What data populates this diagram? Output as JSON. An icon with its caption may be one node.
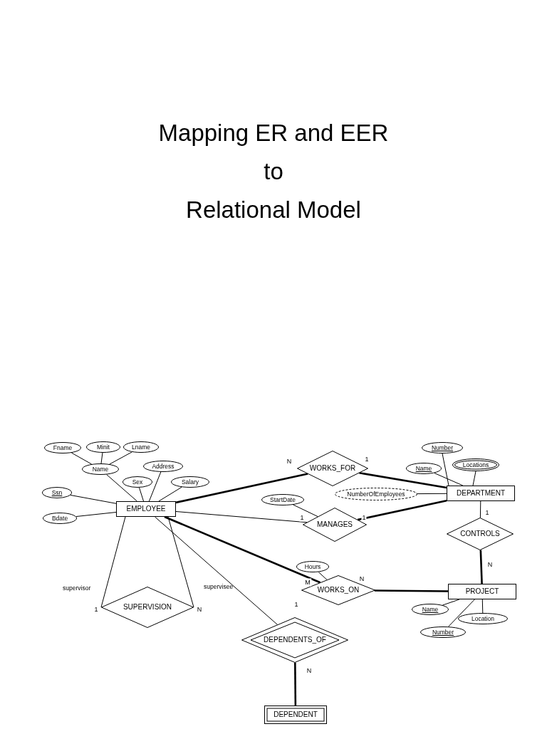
{
  "diagram": {
    "title": "Mapping ER and EER to Relational Model",
    "nodes": [
      {
        "text": [
          "Fname"
        ]
      },
      {
        "text": [
          "Minit"
        ]
      },
      {
        "text": [
          "Lname"
        ]
      },
      {
        "text": [
          "Name"
        ]
      },
      {
        "text": [
          "Address"
        ]
      },
      {
        "text": [
          "Sex"
        ]
      },
      {
        "text": [
          "Salary"
        ]
      },
      {
        "text": [
          "Ssn"
        ]
      },
      {
        "text": [
          "Bdate"
        ]
      },
      {
        "text": [
          "EMPLOYEE"
        ]
      },
      {
        "text": [
          "WORKS_FOR"
        ]
      },
      {
        "text": [
          "Number"
        ]
      },
      {
        "text": [
          "Name"
        ]
      },
      {
        "text": [
          "Locations"
        ]
      },
      {
        "text": [
          "NumberOfEmployees"
        ]
      },
      {
        "text": [
          "DEPARTMENT"
        ]
      },
      {
        "text": [
          "StartDate"
        ]
      },
      {
        "text": [
          "MANAGES"
        ]
      },
      {
        "text": [
          "CONTROLS"
        ]
      },
      {
        "text": [
          "Hours"
        ]
      },
      {
        "text": [
          "WORKS_ON"
        ]
      },
      {
        "text": [
          "PROJECT"
        ]
      },
      {
        "text": [
          "Name"
        ]
      },
      {
        "text": [
          "Location"
        ]
      },
      {
        "text": [
          "Number"
        ]
      },
      {
        "text": [
          "SUPERVISION"
        ]
      },
      {
        "text": [
          "DEPENDENTS_OF"
        ]
      },
      {
        "text": [
          "DEPENDENT"
        ]
      }
    ],
    "edges": [
      {
        "from": 0,
        "to": 3,
        "arrow": "none"
      },
      {
        "from": 1,
        "to": 3,
        "arrow": "none"
      },
      {
        "from": 2,
        "to": 3,
        "arrow": "none"
      },
      {
        "from": 3,
        "to": 9,
        "arrow": "none"
      },
      {
        "from": 4,
        "to": 9,
        "arrow": "none"
      },
      {
        "from": 5,
        "to": 9,
        "arrow": "none"
      },
      {
        "from": 6,
        "to": 9,
        "arrow": "none"
      },
      {
        "from": 7,
        "to": 9,
        "arrow": "none"
      },
      {
        "from": 8,
        "to": 9,
        "arrow": "none"
      },
      {
        "from": 9,
        "to": 10,
        "arrow": "none",
        "label": "N",
        "style": "thick"
      },
      {
        "from": 10,
        "to": 15,
        "arrow": "none",
        "label": "1",
        "style": "thick"
      },
      {
        "from": 11,
        "to": 15,
        "arrow": "none"
      },
      {
        "from": 12,
        "to": 15,
        "arrow": "none"
      },
      {
        "from": 13,
        "to": 15,
        "arrow": "none"
      },
      {
        "from": 14,
        "to": 15,
        "arrow": "none"
      },
      {
        "from": 9,
        "to": 17,
        "arrow": "none",
        "label": "1"
      },
      {
        "from": 17,
        "to": 15,
        "arrow": "none",
        "label": "1",
        "style": "thick"
      },
      {
        "from": 16,
        "to": 17,
        "arrow": "none"
      },
      {
        "from": 15,
        "to": 18,
        "arrow": "none",
        "label": "1"
      },
      {
        "from": 18,
        "to": 21,
        "arrow": "none",
        "label": "N",
        "style": "thick"
      },
      {
        "from": 9,
        "to": 20,
        "arrow": "none",
        "label": "M",
        "style": "thick"
      },
      {
        "from": 20,
        "to": 21,
        "arrow": "none",
        "label": "N",
        "style": "thick"
      },
      {
        "from": 19,
        "to": 20,
        "arrow": "none"
      },
      {
        "from": 21,
        "to": 22,
        "arrow": "none"
      },
      {
        "from": 21,
        "to": 23,
        "arrow": "none"
      },
      {
        "from": 21,
        "to": 24,
        "arrow": "none"
      },
      {
        "from": 9,
        "to": 25,
        "arrow": "none",
        "label": "1"
      },
      {
        "from": 9,
        "to": 25,
        "arrow": "none",
        "label": "N"
      },
      {
        "from": 9,
        "to": 26,
        "arrow": "none",
        "label": "1"
      },
      {
        "from": 26,
        "to": 27,
        "arrow": "none",
        "label": "N",
        "style": "thick"
      }
    ],
    "labels": [
      "supervisor",
      "supervisee"
    ]
  }
}
